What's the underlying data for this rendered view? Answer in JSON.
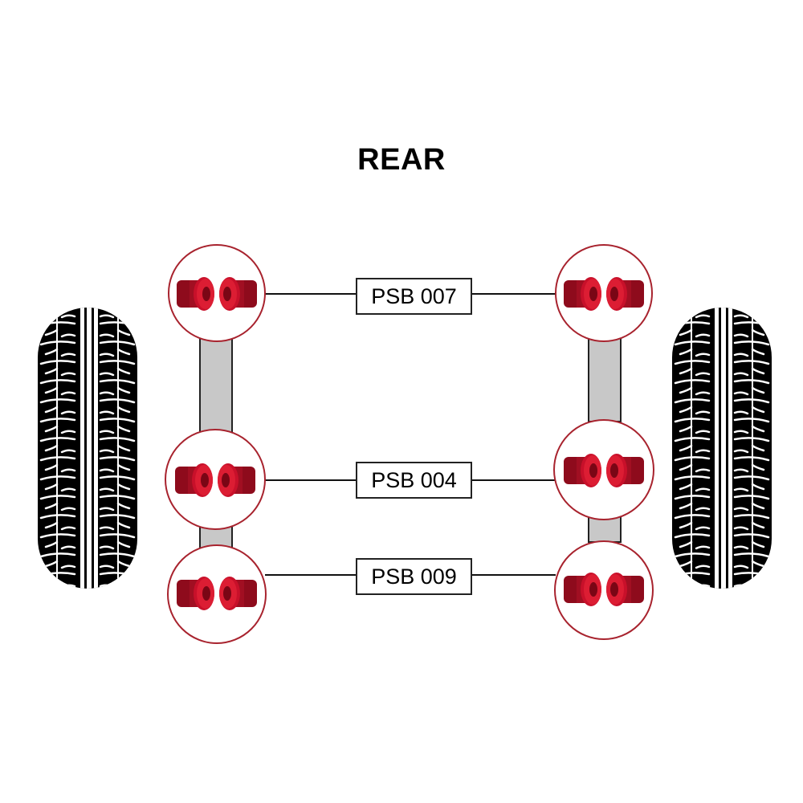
{
  "title": "REAR",
  "colors": {
    "bushing_light": "#d0142a",
    "bushing_dark": "#8e0b1c",
    "circle_border": "#a8232e",
    "arm_fill": "#c8c8c8",
    "tire": "#000000"
  },
  "parts": [
    {
      "label": "PSB 007",
      "icon": "bushing-pair-icon"
    },
    {
      "label": "PSB 004",
      "icon": "bushing-pair-icon"
    },
    {
      "label": "PSB 009",
      "icon": "bushing-pair-icon"
    }
  ],
  "tires": [
    {
      "side": "left",
      "icon": "tire-tread-icon"
    },
    {
      "side": "right",
      "icon": "tire-tread-icon"
    }
  ]
}
